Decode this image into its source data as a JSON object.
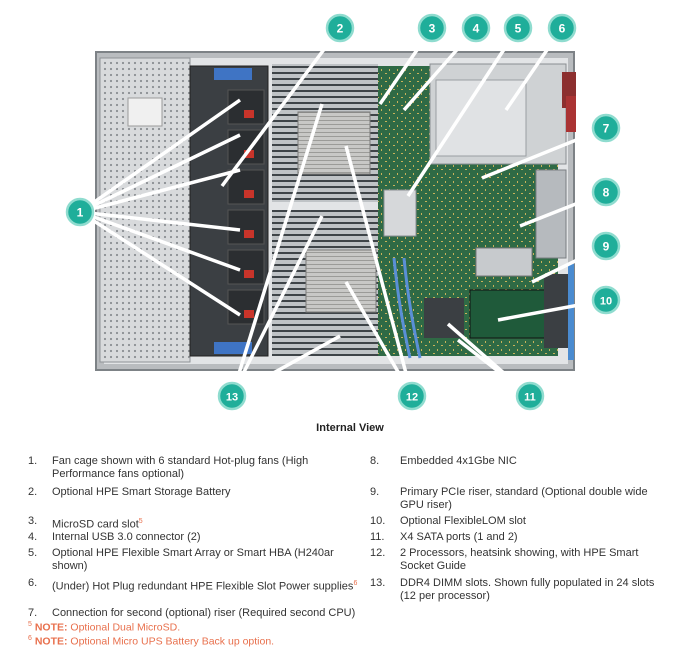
{
  "caption": "Internal View",
  "callout_labels": [
    "1",
    "2",
    "3",
    "4",
    "5",
    "6",
    "7",
    "8",
    "9",
    "10",
    "11",
    "12",
    "13"
  ],
  "legend_left": [
    {
      "num": "1.",
      "text": "Fan cage shown with 6 standard Hot-plug fans (High Performance fans optional)",
      "line1": "Fan cage shown with 6 standard Hot-plug fans (High",
      "line2": "Performance fans optional)"
    },
    {
      "num": "2.",
      "text": "Optional HPE Smart Storage Battery"
    },
    {
      "num": "3.",
      "text": "MicroSD card slot",
      "ref": "5"
    },
    {
      "num": "4.",
      "text": "Internal USB 3.0 connector (2)"
    },
    {
      "num": "5.",
      "line1": "Optional HPE Flexible Smart Array or Smart HBA (H240ar",
      "line2": "shown)"
    },
    {
      "num": "6.",
      "text": "(Under) Hot Plug redundant HPE Flexible Slot Power supplies",
      "ref": "6"
    },
    {
      "num": "7.",
      "text": "Connection for second (optional) riser (Required second CPU)"
    }
  ],
  "legend_right": [
    {
      "num": "8.",
      "text": "Embedded 4x1Gbe NIC"
    },
    {
      "num": "9.",
      "line1": "Primary PCIe riser, standard (Optional double wide",
      "line2": "GPU riser)"
    },
    {
      "num": "10.",
      "text": "Optional FlexibleLOM slot"
    },
    {
      "num": "11.",
      "text": "X4 SATA ports (1 and 2)"
    },
    {
      "num": "12.",
      "line1": "2 Processors, heatsink showing, with HPE Smart",
      "line2": "Socket Guide"
    },
    {
      "num": "13.",
      "line1": "DDR4 DIMM slots. Shown fully populated in 24 slots",
      "line2": "(12 per processor)"
    }
  ],
  "notes": [
    {
      "ref": "5",
      "label": "NOTE:",
      "text": "Optional Dual MicroSD."
    },
    {
      "ref": "6",
      "label": "NOTE:",
      "text": "Optional Micro UPS Battery Back up option."
    }
  ],
  "colors": {
    "callout": "#1fae9a",
    "callout_ring": "#8fdccf",
    "note": "#e8704d"
  }
}
